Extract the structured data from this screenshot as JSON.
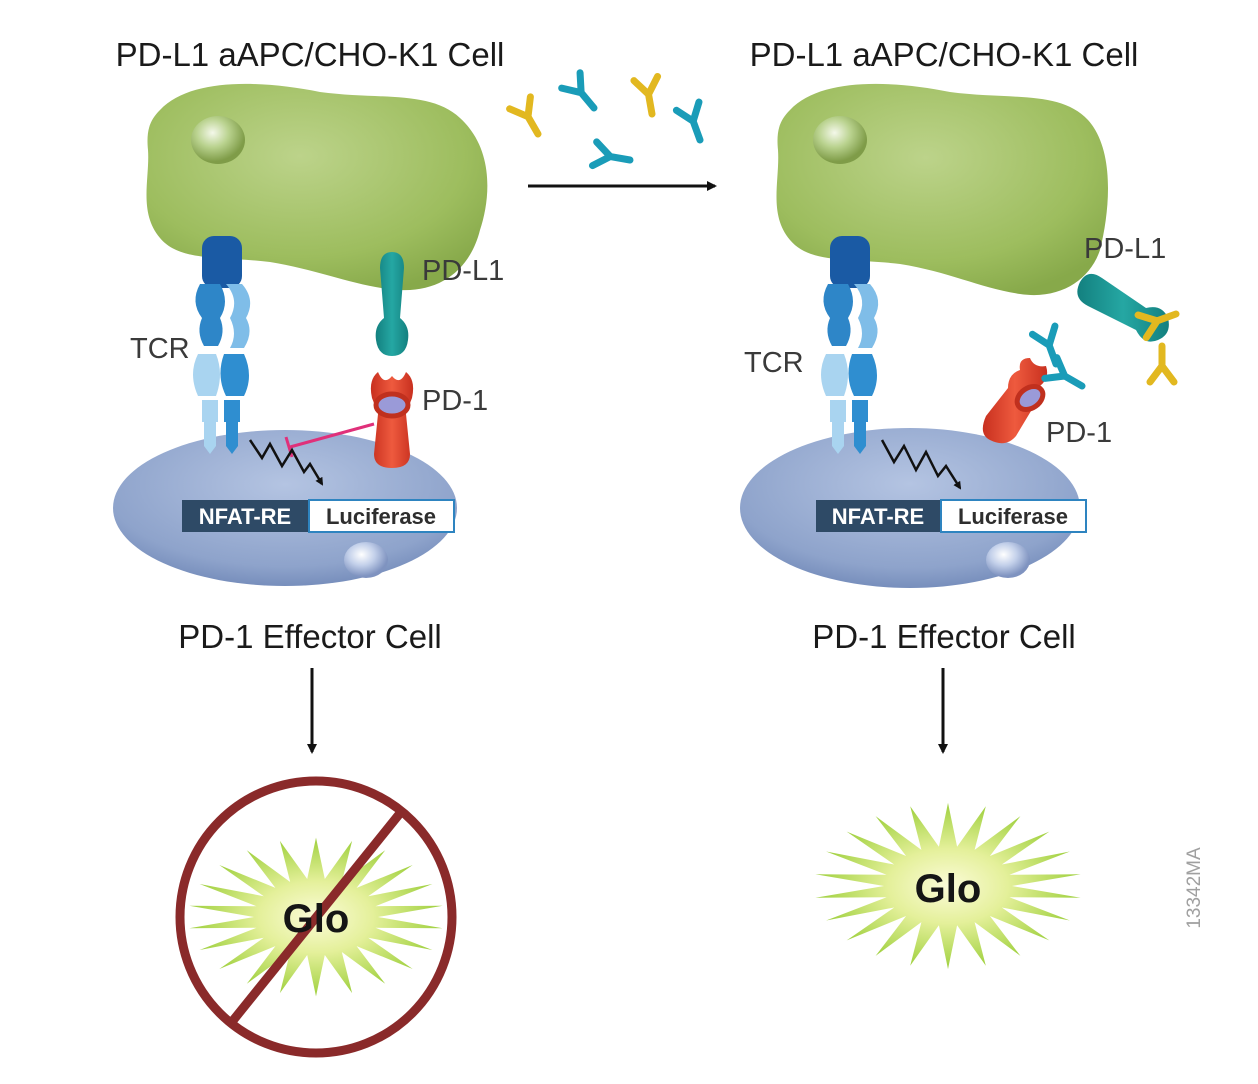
{
  "left_panel": {
    "apc_title": "PD-L1 aAPC/CHO-K1 Cell",
    "tcr_label": "TCR",
    "pdl1_label": "PD-L1",
    "pd1_label": "PD-1",
    "reporter_left": "NFAT-RE",
    "reporter_right": "Luciferase",
    "effector_title": "PD-1 Effector Cell",
    "signal_label": "Glo"
  },
  "right_panel": {
    "apc_title": "PD-L1 aAPC/CHO-K1 Cell",
    "tcr_label": "TCR",
    "pdl1_label": "PD-L1",
    "pd1_label": "PD-1",
    "reporter_left": "NFAT-RE",
    "reporter_right": "Luciferase",
    "effector_title": "PD-1 Effector Cell",
    "signal_label": "Glo"
  },
  "figure_id": "13342MA",
  "colors": {
    "apc_cell": "#9fbe60",
    "effector_cell": "#8ea4cc",
    "tcr_dark": "#1e5fa8",
    "tcr_light": "#a9d4f0",
    "pdl1": "#1f9a9a",
    "pd1": "#e0402c",
    "antibody_teal": "#1a9cb8",
    "antibody_yellow": "#e2b820",
    "inhibition": "#e0307a",
    "no_signal_ring": "#8a2a2a",
    "glo_burst": "#a8d84a"
  }
}
